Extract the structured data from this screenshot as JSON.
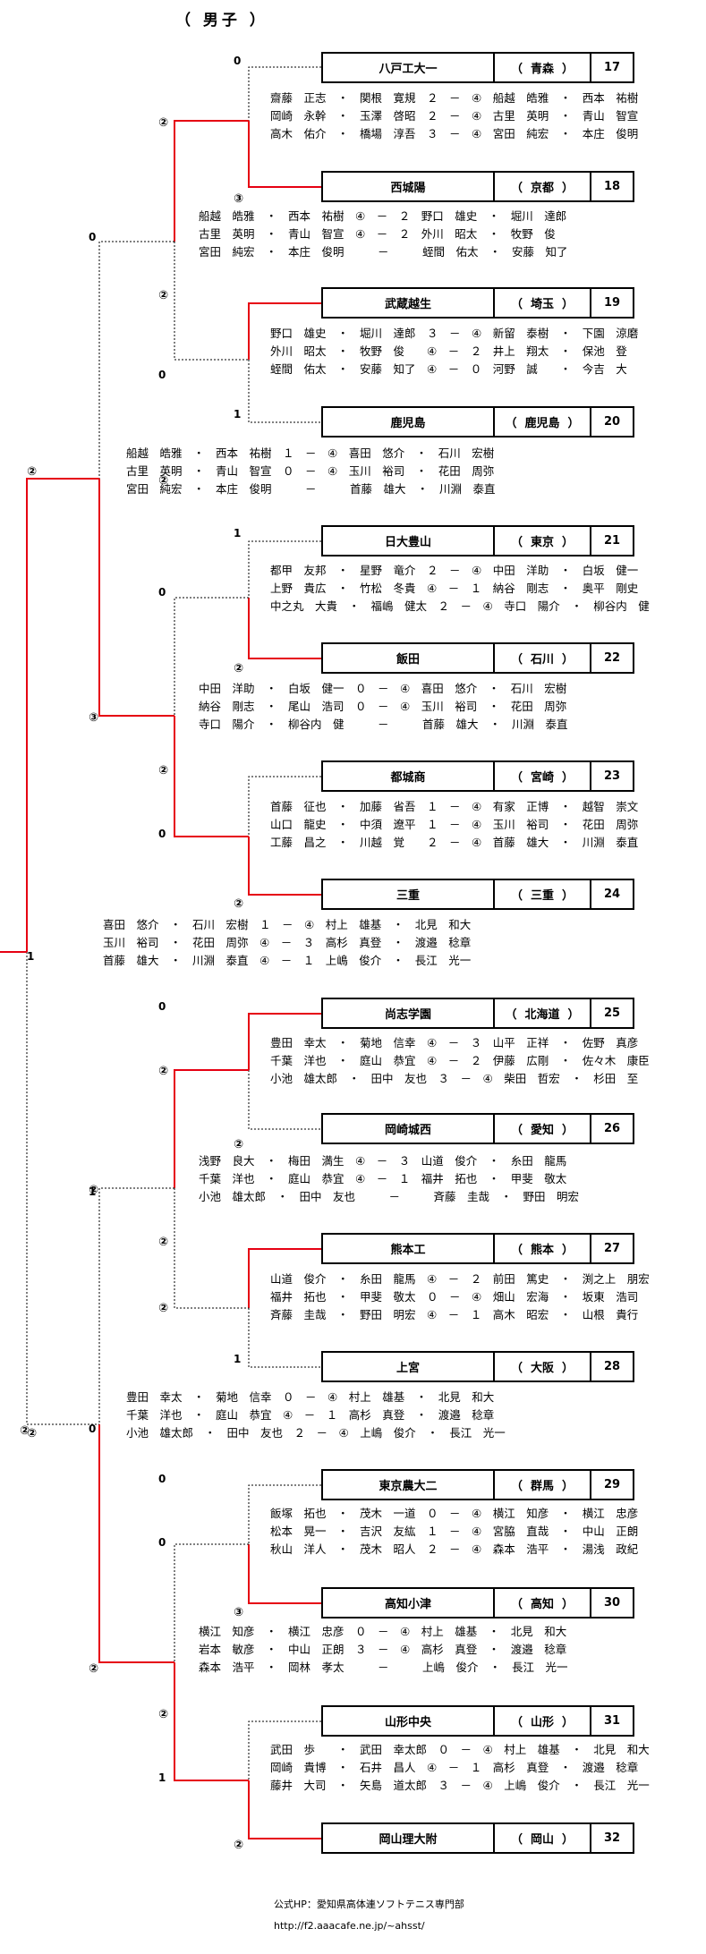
{
  "title": "（ 男子 ）",
  "teams": [
    {
      "name": "八戸工大一",
      "pref": "青森",
      "no": "17"
    },
    {
      "name": "西城陽",
      "pref": "京都",
      "no": "18"
    },
    {
      "name": "武蔵越生",
      "pref": "埼玉",
      "no": "19"
    },
    {
      "name": "鹿児島",
      "pref": "鹿児島",
      "no": "20"
    },
    {
      "name": "日大豊山",
      "pref": "東京",
      "no": "21"
    },
    {
      "name": "飯田",
      "pref": "石川",
      "no": "22"
    },
    {
      "name": "都城商",
      "pref": "宮崎",
      "no": "23"
    },
    {
      "name": "三重",
      "pref": "三重",
      "no": "24"
    },
    {
      "name": "尚志学園",
      "pref": "北海道",
      "no": "25"
    },
    {
      "name": "岡崎城西",
      "pref": "愛知",
      "no": "26"
    },
    {
      "name": "熊本工",
      "pref": "熊本",
      "no": "27"
    },
    {
      "name": "上宮",
      "pref": "大阪",
      "no": "28"
    },
    {
      "name": "東京農大二",
      "pref": "群馬",
      "no": "29"
    },
    {
      "name": "高知小津",
      "pref": "高知",
      "no": "30"
    },
    {
      "name": "山形中央",
      "pref": "山形",
      "no": "31"
    },
    {
      "name": "岡山理大附",
      "pref": "岡山",
      "no": "32"
    }
  ],
  "matches": [
    [
      "齋藤　正志　・　関根　寛規　２　－　④　船越　皓雅　・　西本　祐樹",
      "岡崎　永幹　・　玉澤　啓昭　２　－　④　古里　英明　・　青山　智宣",
      "高木　佑介　・　橋場　淳吾　３　－　④　宮田　純宏　・　本庄　俊明"
    ],
    [
      "船越　皓雅　・　西本　祐樹　④　－　２　野口　雄史　・　堀川　達郎",
      "古里　英明　・　青山　智宣　④　－　２　外川　昭太　・　牧野　俊",
      "宮田　純宏　・　本庄　俊明　　　－　　　蛭間　佑太　・　安藤　知了"
    ],
    [
      "野口　雄史　・　堀川　達郎　３　－　④　新留　泰樹　・　下園　涼磨",
      "外川　昭太　・　牧野　俊　　④　－　２　井上　翔太　・　保池　登",
      "蛭間　佑太　・　安藤　知了　④　－　０　河野　誠　　・　今吉　大"
    ],
    [
      "船越　皓雅　・　西本　祐樹　１　－　④　喜田　悠介　・　石川　宏樹",
      "古里　英明　・　青山　智宣　０　－　④　玉川　裕司　・　花田　周弥",
      "宮田　純宏　・　本庄　俊明　　　－　　　首藤　雄大　・　川淵　泰直"
    ],
    [
      "都甲　友邦　・　星野　竜介　２　－　④　中田　洋助　・　白坂　健一",
      "上野　貴広　・　竹松　冬貴　④　－　１　納谷　剛志　・　奥平　剛史",
      "中之丸　大貴　・　福嶋　健太　２　－　④　寺口　陽介　・　柳谷内　健"
    ],
    [
      "中田　洋助　・　白坂　健一　０　－　④　喜田　悠介　・　石川　宏樹",
      "納谷　剛志　・　尾山　浩司　０　－　④　玉川　裕司　・　花田　周弥",
      "寺口　陽介　・　柳谷内　健　　　－　　　首藤　雄大　・　川淵　泰直"
    ],
    [
      "首藤　征也　・　加藤　省吾　１　－　④　有家　正博　・　越智　崇文",
      "山口　龍史　・　中須　遼平　１　－　④　玉川　裕司　・　花田　周弥",
      "工藤　昌之　・　川越　覚　　２　－　④　首藤　雄大　・　川淵　泰直"
    ],
    [
      "喜田　悠介　・　石川　宏樹　１　－　④　村上　雄基　・　北見　和大",
      "玉川　裕司　・　花田　周弥　④　－　３　高杉　真登　・　渡邉　稔章",
      "首藤　雄大　・　川淵　泰直　④　－　１　上嶋　俊介　・　長江　光一"
    ],
    [
      "豊田　幸太　・　菊地　信幸　④　－　３　山平　正祥　・　佐野　真彦",
      "千葉　洋也　・　庭山　恭宜　④　－　２　伊藤　広剛　・　佐々木　康臣",
      "小池　雄太郎　・　田中　友也　３　－　④　柴田　哲宏　・　杉田　至"
    ],
    [
      "浅野　良大　・　梅田　満生　④　－　３　山道　俊介　・　糸田　龍馬",
      "千葉　洋也　・　庭山　恭宜　④　－　１　福井　拓也　・　甲斐　敬太",
      "小池　雄太郎　・　田中　友也　　　－　　　斉藤　圭哉　・　野田　明宏"
    ],
    [
      "山道　俊介　・　糸田　龍馬　④　－　２　前田　篤史　・　渕之上　朋宏",
      "福井　拓也　・　甲斐　敬太　０　－　④　畑山　宏海　・　坂東　浩司",
      "斉藤　圭哉　・　野田　明宏　④　－　１　高木　昭宏　・　山根　貴行"
    ],
    [
      "豊田　幸太　・　菊地　信幸　０　－　④　村上　雄基　・　北見　和大",
      "千葉　洋也　・　庭山　恭宜　④　－　１　高杉　真登　・　渡邉　稔章",
      "小池　雄太郎　・　田中　友也　２　－　④　上嶋　俊介　・　長江　光一"
    ],
    [
      "飯塚　拓也　・　茂木　一道　０　－　④　横江　知彦　・　横江　忠彦",
      "松本　晃一　・　吉沢　友紘　１　－　④　宮脇　直哉　・　中山　正朗",
      "秋山　洋人　・　茂木　昭人　２　－　④　森本　浩平　・　湯浅　政紀"
    ],
    [
      "横江　知彦　・　横江　忠彦　０　－　④　村上　雄基　・　北見　和大",
      "岩本　敏彦　・　中山　正朗　３　－　④　高杉　真登　・　渡邉　稔章",
      "森本　浩平　・　岡林　孝太　　　－　　　上嶋　俊介　・　長江　光一"
    ],
    [
      "武田　歩　　・　武田　幸太郎　０　－　④　村上　雄基　・　北見　和大",
      "岡崎　貴博　・　石井　昌人　④　－　１　高杉　真登　・　渡邉　稔章",
      "藤井　大司　・　矢島　道太郎　３　－　④　上嶋　俊介　・　長江　光一"
    ]
  ],
  "scores": [
    "0",
    "②",
    "③",
    "②",
    "0",
    "1",
    "0",
    "②",
    "1",
    "0",
    "②",
    "②",
    "0",
    "②",
    "③",
    "0",
    "②",
    "②",
    "②",
    "②",
    "1",
    "②",
    "0",
    "②",
    "1",
    "0",
    "0",
    "③",
    "②",
    "1",
    "②",
    "②",
    "1",
    "②",
    "②"
  ],
  "footer": {
    "line1": "公式HP：愛知県高体連ソフトテニス専門部",
    "line2": "http://f2.aaacafe.ne.jp/~ahsst/"
  },
  "colors": {
    "winner_line": "#e60012",
    "loser_line": "#000000"
  }
}
